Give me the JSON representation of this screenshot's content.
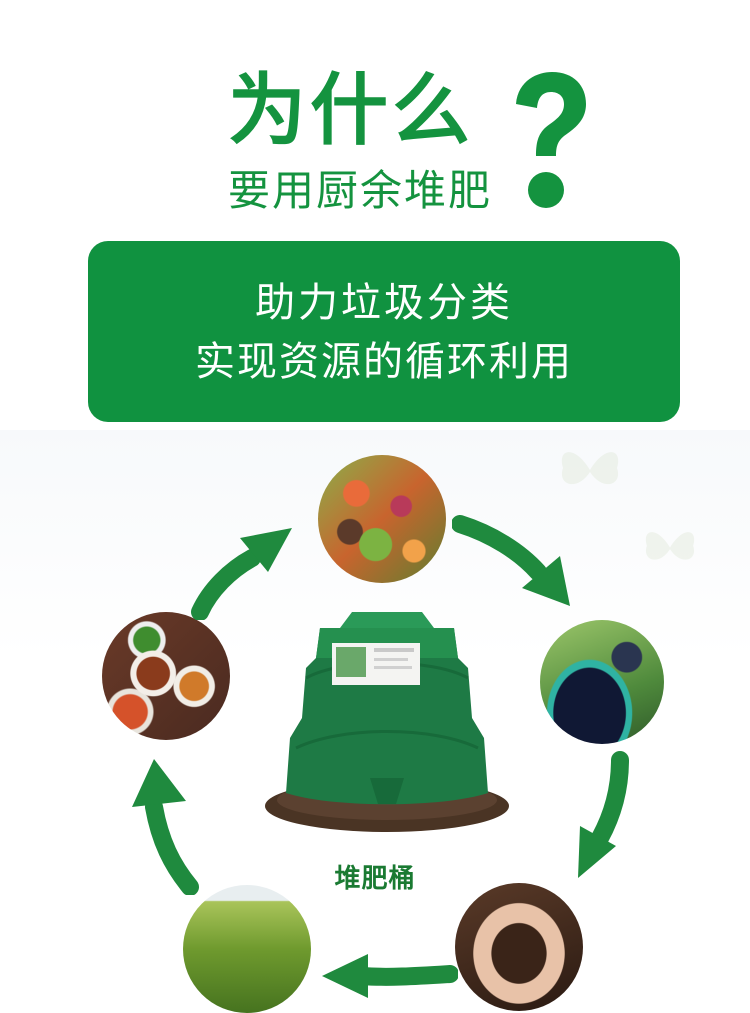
{
  "header": {
    "title_main": "为什么",
    "title_sub": "要用厨余堆肥",
    "question_mark": "?"
  },
  "banner": {
    "line1": "助力垃圾分类",
    "line2": "实现资源的循环利用",
    "color": "#109240"
  },
  "cycle": {
    "center": {
      "label": "堆肥桶"
    },
    "stages": [
      {
        "name": "kitchen-scraps"
      },
      {
        "name": "adding-greens-to-bin"
      },
      {
        "name": "finished-compost"
      },
      {
        "name": "crop-field"
      },
      {
        "name": "family-meal"
      }
    ]
  },
  "colors": {
    "primary_green": "#14933f",
    "arrow_green": "#1f8a3e",
    "caption_green": "#1a7a32"
  }
}
